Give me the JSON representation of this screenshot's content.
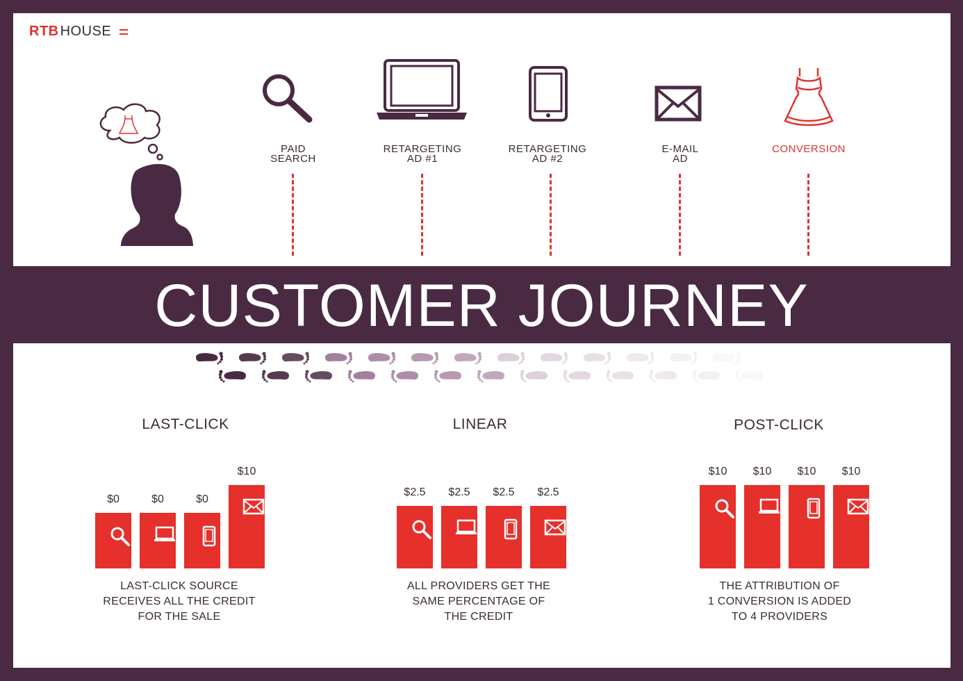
{
  "logo": {
    "brand_red": "RTB",
    "brand_dark": "HOUSE"
  },
  "title": "CUSTOMER JOURNEY",
  "colors": {
    "accent": "#e5302c",
    "dark": "#4a2a42",
    "background": "#ffffff"
  },
  "journey": {
    "steps": [
      {
        "icon": "search-icon",
        "lines": [
          "PAID",
          "SEARCH"
        ]
      },
      {
        "icon": "laptop-icon",
        "lines": [
          "RETARGETING",
          "AD #1"
        ]
      },
      {
        "icon": "tablet-icon",
        "lines": [
          "RETARGETING",
          "AD #2"
        ]
      },
      {
        "icon": "envelope-icon",
        "lines": [
          "E-MAIL",
          "AD"
        ]
      },
      {
        "icon": "dress-icon",
        "lines": [
          "CONVERSION"
        ]
      }
    ]
  },
  "models": [
    {
      "title": "LAST-CLICK",
      "values": [
        0,
        0,
        0,
        10
      ],
      "labels": [
        "$0",
        "$0",
        "$0",
        "$10"
      ],
      "icons": [
        "search-icon",
        "laptop-icon",
        "tablet-icon",
        "envelope-icon"
      ],
      "desc": [
        "LAST-CLICK SOURCE",
        "RECEIVES ALL THE CREDIT",
        "FOR THE SALE"
      ]
    },
    {
      "title": "LINEAR",
      "values": [
        2.5,
        2.5,
        2.5,
        2.5
      ],
      "labels": [
        "$2.5",
        "$2.5",
        "$2.5",
        "$2.5"
      ],
      "icons": [
        "search-icon",
        "laptop-icon",
        "tablet-icon",
        "envelope-icon"
      ],
      "desc": [
        "ALL PROVIDERS GET THE",
        "SAME PERCENTAGE OF",
        "THE CREDIT"
      ]
    },
    {
      "title": "POST-CLICK",
      "values": [
        10,
        10,
        10,
        10
      ],
      "labels": [
        "$10",
        "$10",
        "$10",
        "$10"
      ],
      "icons": [
        "search-icon",
        "laptop-icon",
        "tablet-icon",
        "envelope-icon"
      ],
      "desc": [
        "THE ATTRIBUTION OF",
        "1 CONVERSION IS ADDED",
        "TO 4 PROVIDERS"
      ]
    }
  ]
}
